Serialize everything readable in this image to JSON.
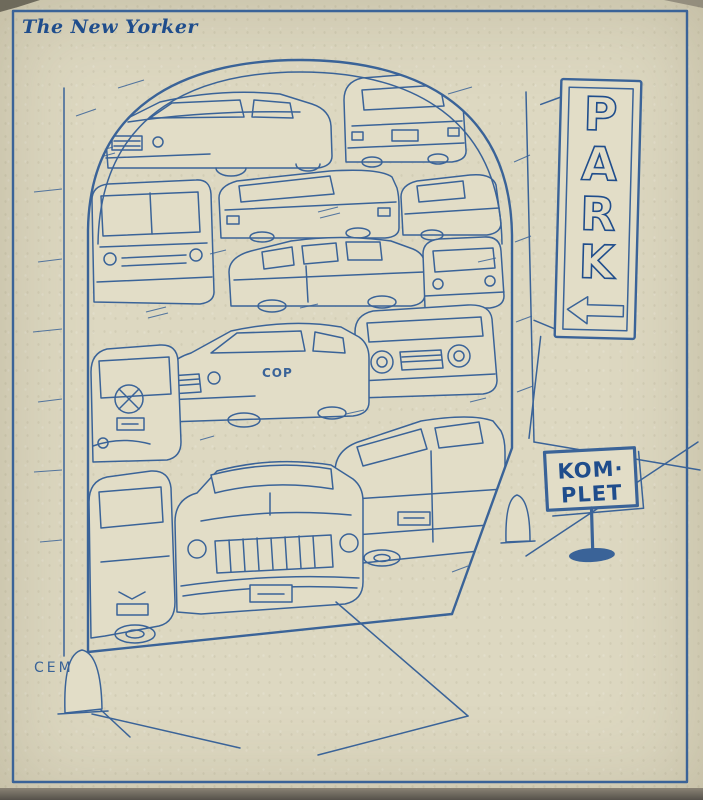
{
  "header": {
    "publication": "The New Yorker"
  },
  "signs": {
    "park": {
      "letters": [
        "P",
        "A",
        "R",
        "K"
      ],
      "arrow_direction": "left"
    },
    "komplet": {
      "line1": "KOM·",
      "line2": "PLET"
    }
  },
  "cartoon": {
    "description": "Arched parking-garage entrance crammed full of stacked cars; PARK sign with arrow at right; KOMPLET (full) sign on a stand by the curb",
    "car_label": "COP",
    "signature": "CEM"
  },
  "colors": {
    "paper": "#ddd8c1",
    "paper_light": "#e2ddc7",
    "ink": "#3a6398",
    "ink_dark": "#1f4d8c",
    "edge": "#6f6a5c"
  }
}
